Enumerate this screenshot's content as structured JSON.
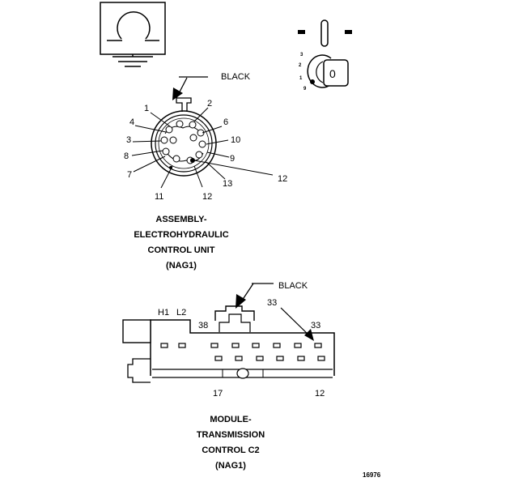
{
  "symbol": {
    "icon": "omega-ground-icon"
  },
  "key_inset": {
    "labels": [
      "3",
      "2",
      "1",
      "9"
    ],
    "tab_text": "0"
  },
  "connector_round": {
    "arrow_label": "BLACK",
    "pins": [
      "1",
      "2",
      "4",
      "6",
      "3",
      "10",
      "8",
      "9",
      "7",
      "12",
      "11",
      "12",
      "13"
    ],
    "title_lines": [
      "ASSEMBLY-",
      "ELECTROHYDRAULIC",
      "CONTROL UNIT",
      "(NAG1)"
    ]
  },
  "connector_rect": {
    "arrow_label": "BLACK",
    "top_labels": [
      "H1",
      "L2",
      "38",
      "33",
      "33"
    ],
    "bottom_labels": [
      "17",
      "12"
    ],
    "title_lines": [
      "MODULE-",
      "TRANSMISSION",
      "CONTROL C2",
      "(NAG1)"
    ]
  },
  "figure_number": "16976"
}
